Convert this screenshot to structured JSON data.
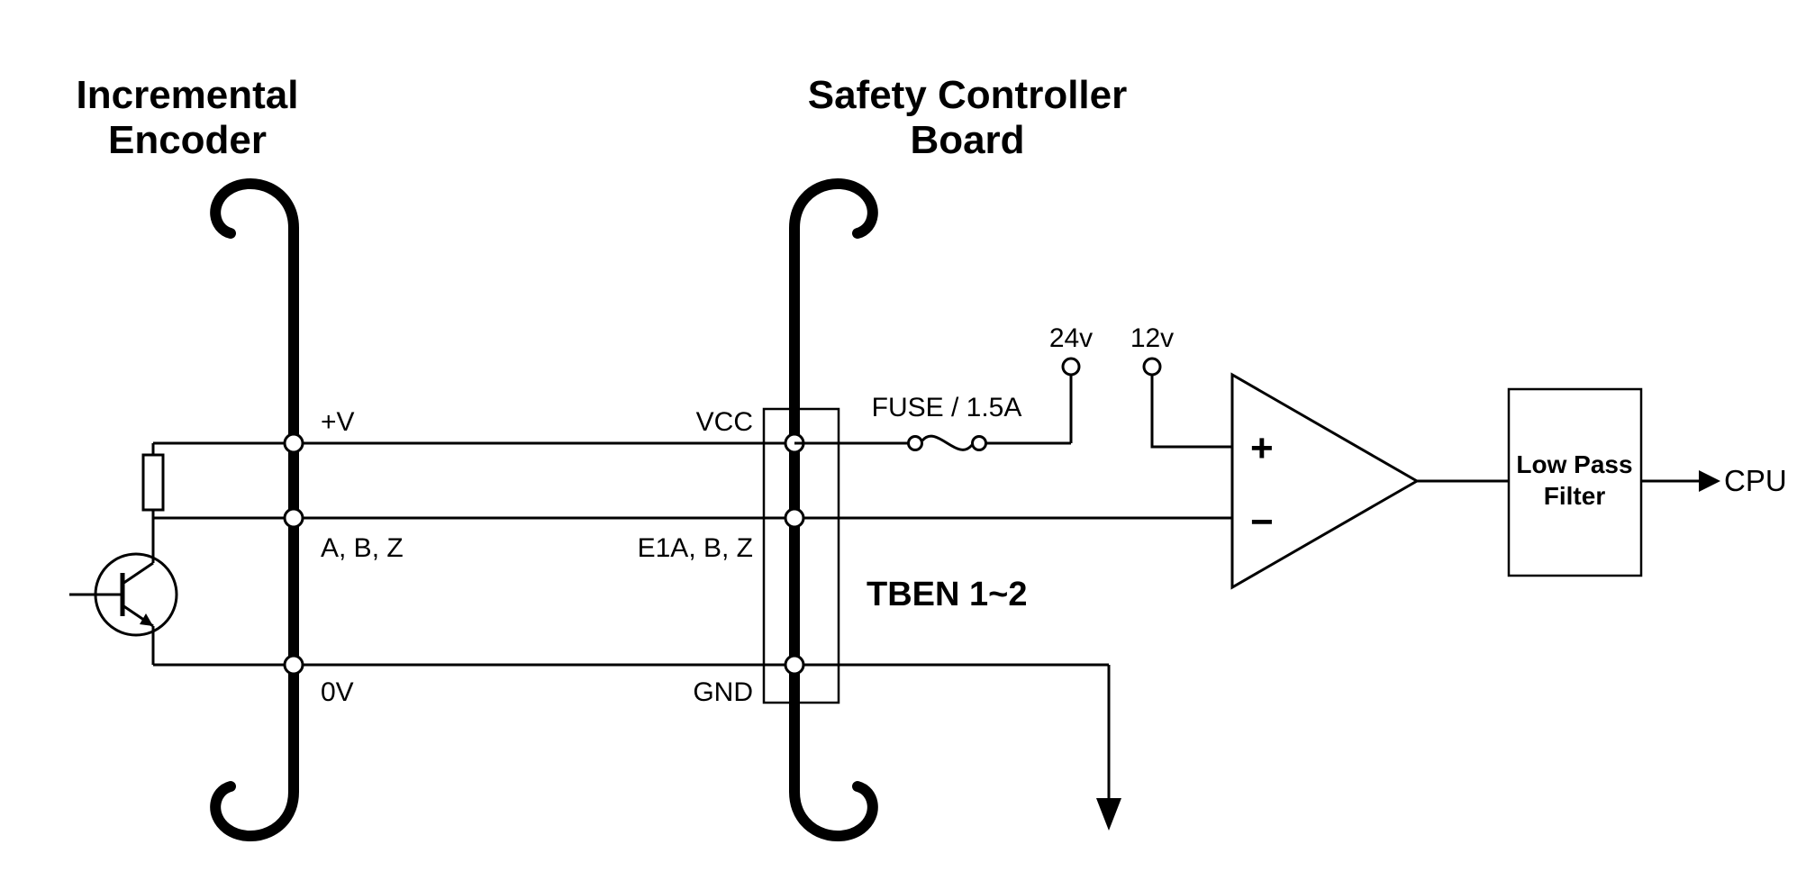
{
  "diagram": {
    "encoder": {
      "title_line1": "Incremental",
      "title_line2": "Encoder",
      "pin_vplus": "+V",
      "pin_abz": "A, B, Z",
      "pin_0v": "0V"
    },
    "controller": {
      "title_line1": "Safety Controller",
      "title_line2": "Board",
      "pin_vcc": "VCC",
      "pin_e1abz": "E1A, B, Z",
      "pin_gnd": "GND",
      "terminal_block": "TBEN 1~2"
    },
    "power": {
      "fuse_label": "FUSE / 1.5A",
      "rail_24v": "24v",
      "rail_12v": "12v"
    },
    "comparator": {
      "plus": "+",
      "minus": "−"
    },
    "filter": {
      "line1": "Low Pass",
      "line2": "Filter"
    },
    "output": {
      "cpu": "CPU"
    },
    "colors": {
      "line": "#000000",
      "background": "#ffffff"
    }
  }
}
